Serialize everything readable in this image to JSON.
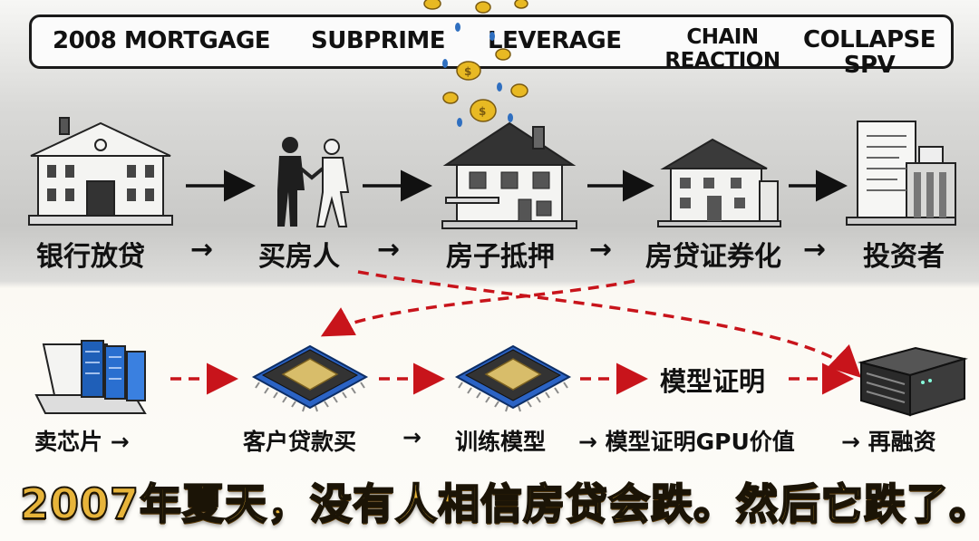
{
  "banner": {
    "mortgage_2008": "2008 MORTGAGE",
    "subprime": "SUBPRIME",
    "leverage": "LEVERAGE",
    "chain_reaction_line1": "CHAIN",
    "chain_reaction_line2": "REACTION",
    "collapse_spv_line1": "COLLAPSE",
    "collapse_spv_line2": "SPV"
  },
  "top_flow": {
    "bank_lending": "银行放贷",
    "arrow1": "→",
    "home_buyer": "买房人",
    "arrow2": "→",
    "mortgage": "房子抵押",
    "arrow3": "→",
    "securitization": "房贷证券化",
    "arrow4": "→",
    "investors": "投资者"
  },
  "bottom_flow": {
    "sell_chips": "卖芯片 →",
    "customer_loans": "客户贷款买",
    "arrow1": "→",
    "train_model": "训练模型",
    "prove_value": "→ 模型证明GPU价值",
    "refinance": "→ 再融资",
    "model_proof": "模型证明"
  },
  "headline": "2007年夏天，没有人相信房贷会跌。然后它跌了。",
  "colors": {
    "dashed_arrow": "#c8141b",
    "headline_gold": "#e7b43a",
    "chip_blue": "#2b63c4",
    "chip_gold": "#d8bd6a"
  },
  "icons": [
    "bank-icon",
    "handshake-icon",
    "house-icon",
    "coins-icon",
    "house-large-icon",
    "document-building-icon",
    "laptop-server-icon",
    "chip-icon",
    "chip-icon",
    "server-icon"
  ]
}
